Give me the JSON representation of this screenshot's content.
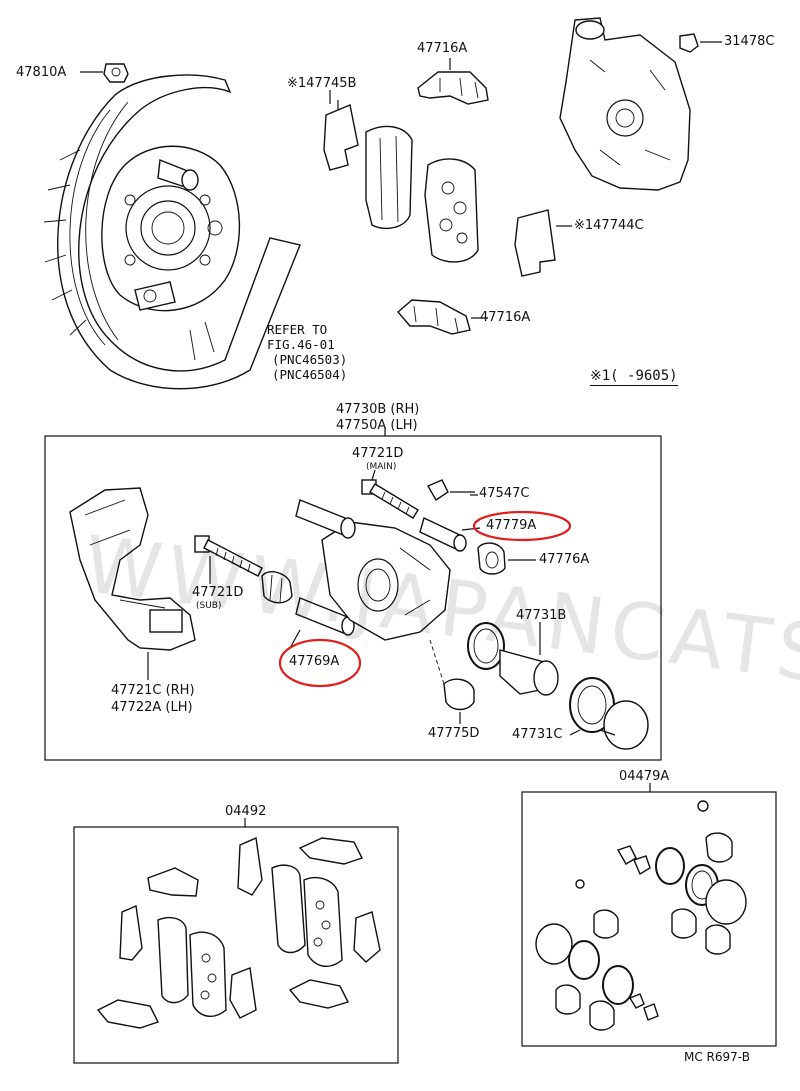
{
  "diagram": {
    "labels": {
      "p47810A": "47810A",
      "p147745B": "※147745B",
      "p47716A_top": "47716A",
      "p31478C": "31478C",
      "p147744C": "※147744C",
      "p47716A_mid": "47716A",
      "refer": [
        "REFER TO",
        "FIG.46-01",
        "(PNC46503)",
        "(PNC46504)"
      ],
      "footnote": "※1(      -9605)",
      "p47730B": "47730B (RH)",
      "p47750A": "47750A (LH)",
      "p47721D_main": "47721D",
      "main_note": "(MAIN)",
      "p47547C": "47547C",
      "p47779A": "47779A",
      "p47776A": "47776A",
      "p47721D_sub": "47721D",
      "sub_note": "(SUB)",
      "p47769A": "47769A",
      "p47731B": "47731B",
      "p47721C": "47721C (RH)",
      "p47722A": "47722A (LH)",
      "p47775D": "47775D",
      "p47731C": "47731C",
      "p04492": "04492",
      "p04479A": "04479A",
      "figure_ref": "MC R697-B"
    },
    "watermark": "WWW.JAPANCATS.RU",
    "highlighted_parts": [
      "47779A",
      "47769A"
    ],
    "colors": {
      "line": "#111111",
      "highlight": "#e0201c",
      "background": "#ffffff"
    }
  }
}
